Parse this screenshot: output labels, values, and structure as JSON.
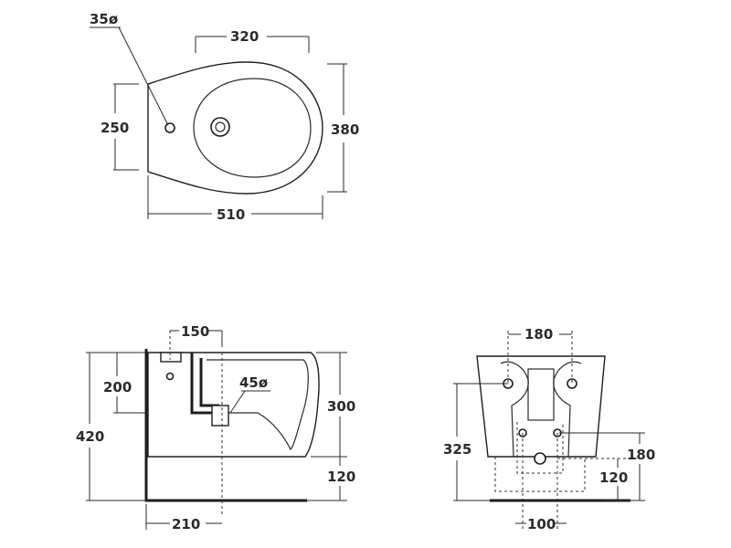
{
  "top_view": {
    "hole_diameter": "35ø",
    "width_top": "320",
    "depth_side": "250",
    "depth_total": "380",
    "width_total": "510"
  },
  "side_view": {
    "top_offset": "150",
    "height_upper": "200",
    "waste_diameter": "45ø",
    "height_rim": "300",
    "height_total": "420",
    "height_floor": "120",
    "floor_offset": "210"
  },
  "back_view": {
    "fixing_spacing": "180",
    "height_325": "325",
    "height_180": "180",
    "height_120": "120",
    "waste_spacing": "100"
  }
}
